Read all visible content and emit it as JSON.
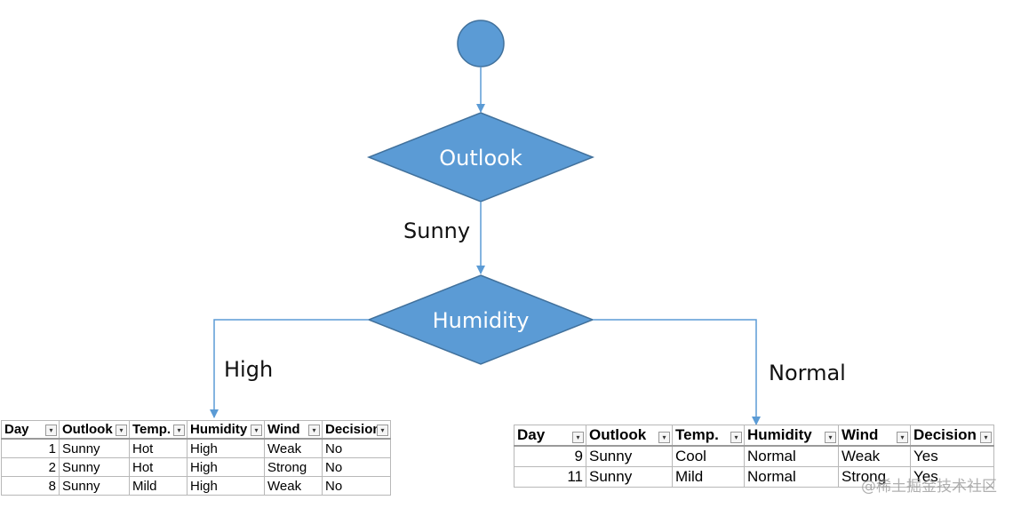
{
  "nodes": {
    "outlook": "Outlook",
    "humidity": "Humidity"
  },
  "edges": {
    "sunny": "Sunny",
    "high": "High",
    "normal": "Normal"
  },
  "colors": {
    "node_fill": "#5b9bd5",
    "node_stroke": "#41719c",
    "edge": "#5b9bd5"
  },
  "tables": {
    "columns": [
      "Day",
      "Outlook",
      "Temp.",
      "Humidity",
      "Wind",
      "Decision"
    ],
    "left_rows": [
      [
        "1",
        "Sunny",
        "Hot",
        "High",
        "Weak",
        "No"
      ],
      [
        "2",
        "Sunny",
        "Hot",
        "High",
        "Strong",
        "No"
      ],
      [
        "8",
        "Sunny",
        "Mild",
        "High",
        "Weak",
        "No"
      ]
    ],
    "right_rows": [
      [
        "9",
        "Sunny",
        "Cool",
        "Normal",
        "Weak",
        "Yes"
      ],
      [
        "11",
        "Sunny",
        "Mild",
        "Normal",
        "Strong",
        "Yes"
      ]
    ]
  },
  "watermark": "@稀土掘金技术社区"
}
